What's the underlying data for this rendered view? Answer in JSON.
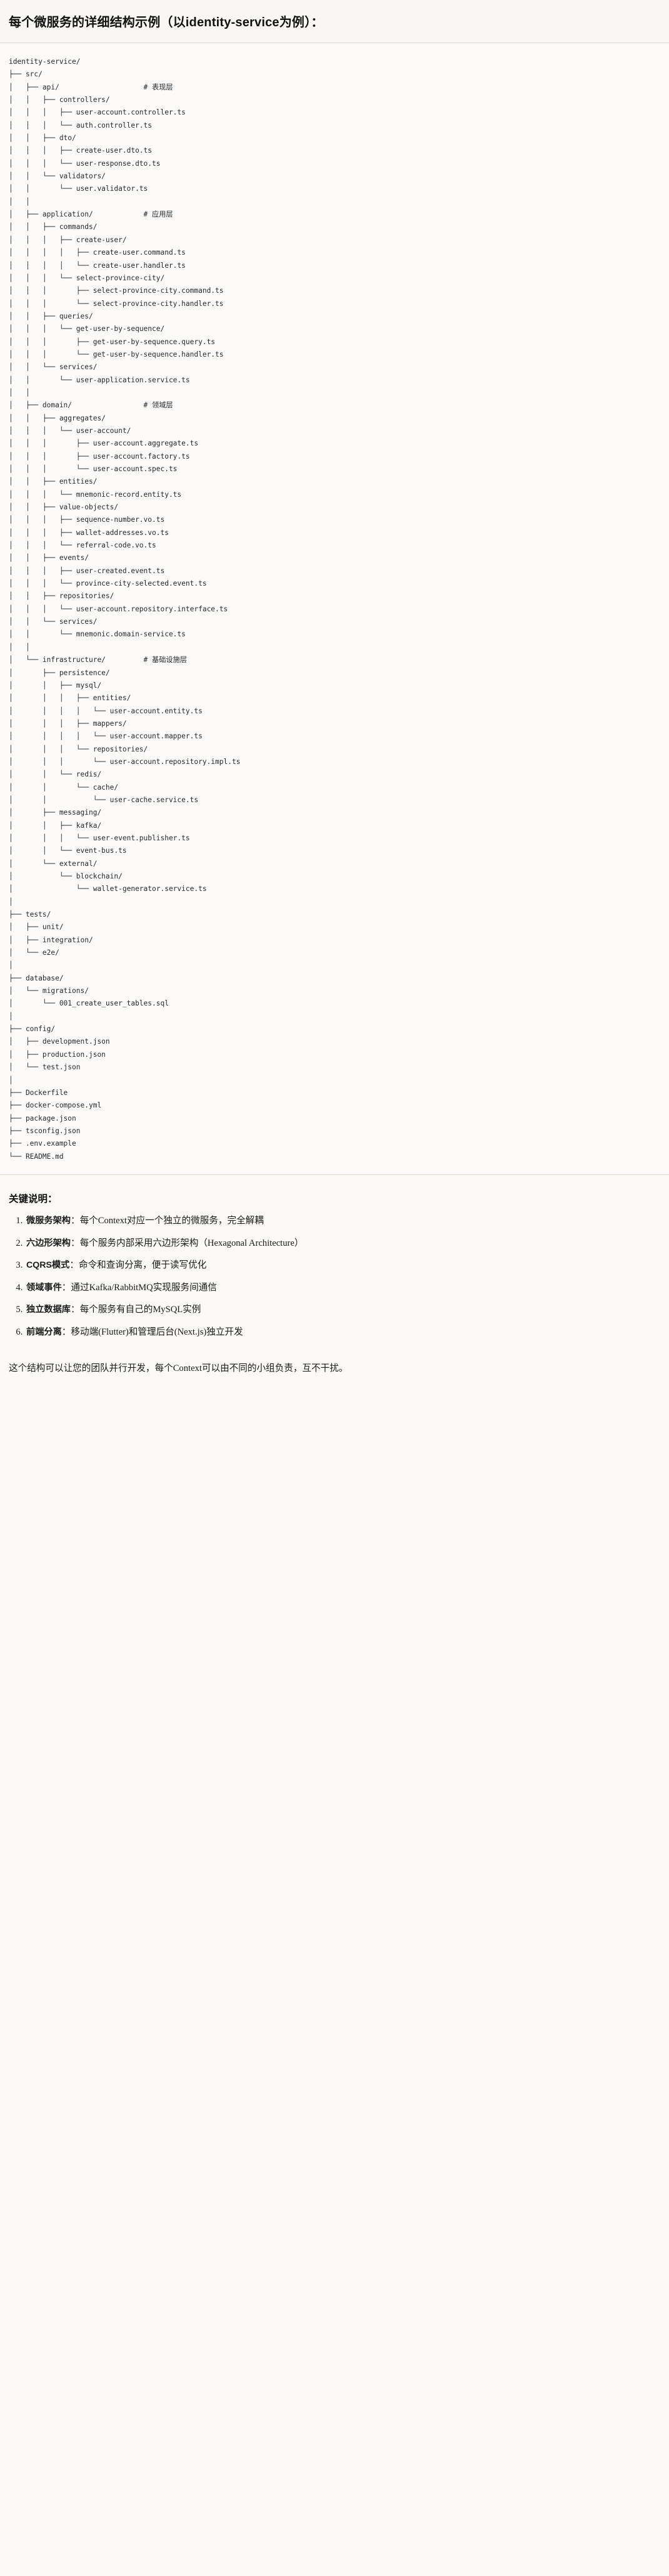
{
  "header": {
    "title_prefix": "每个微服务的详细结构示例",
    "title_paren": "（以identity-service为例）",
    "title_colon": "：",
    "title_full": "每个微服务的详细结构示例（以identity-service为例）："
  },
  "tree": {
    "root": "identity-service/",
    "language": "text",
    "comments": {
      "api": "# 表现层",
      "application": "# 应用层",
      "domain": "# 领域层",
      "infrastructure": "# 基础设施层"
    },
    "text": "identity-service/\n├── src/\n│   ├── api/                    # 表现层\n│   │   ├── controllers/\n│   │   │   ├── user-account.controller.ts\n│   │   │   └── auth.controller.ts\n│   │   ├── dto/\n│   │   │   ├── create-user.dto.ts\n│   │   │   └── user-response.dto.ts\n│   │   └── validators/\n│   │       └── user.validator.ts\n│   │\n│   ├── application/            # 应用层\n│   │   ├── commands/\n│   │   │   ├── create-user/\n│   │   │   │   ├── create-user.command.ts\n│   │   │   │   └── create-user.handler.ts\n│   │   │   └── select-province-city/\n│   │   │       ├── select-province-city.command.ts\n│   │   │       └── select-province-city.handler.ts\n│   │   ├── queries/\n│   │   │   └── get-user-by-sequence/\n│   │   │       ├── get-user-by-sequence.query.ts\n│   │   │       └── get-user-by-sequence.handler.ts\n│   │   └── services/\n│   │       └── user-application.service.ts\n│   │\n│   ├── domain/                 # 领域层\n│   │   ├── aggregates/\n│   │   │   └── user-account/\n│   │   │       ├── user-account.aggregate.ts\n│   │   │       ├── user-account.factory.ts\n│   │   │       └── user-account.spec.ts\n│   │   ├── entities/\n│   │   │   └── mnemonic-record.entity.ts\n│   │   ├── value-objects/\n│   │   │   ├── sequence-number.vo.ts\n│   │   │   ├── wallet-addresses.vo.ts\n│   │   │   └── referral-code.vo.ts\n│   │   ├── events/\n│   │   │   ├── user-created.event.ts\n│   │   │   └── province-city-selected.event.ts\n│   │   ├── repositories/\n│   │   │   └── user-account.repository.interface.ts\n│   │   └── services/\n│   │       └── mnemonic.domain-service.ts\n│   │\n│   └── infrastructure/         # 基础设施层\n│       ├── persistence/\n│       │   ├── mysql/\n│       │   │   ├── entities/\n│       │   │   │   └── user-account.entity.ts\n│       │   │   ├── mappers/\n│       │   │   │   └── user-account.mapper.ts\n│       │   │   └── repositories/\n│       │   │       └── user-account.repository.impl.ts\n│       │   └── redis/\n│       │       └── cache/\n│       │           └── user-cache.service.ts\n│       ├── messaging/\n│       │   ├── kafka/\n│       │   │   └── user-event.publisher.ts\n│       │   └── event-bus.ts\n│       └── external/\n│           └── blockchain/\n│               └── wallet-generator.service.ts\n│\n├── tests/\n│   ├── unit/\n│   ├── integration/\n│   └── e2e/\n│\n├── database/\n│   └── migrations/\n│       └── 001_create_user_tables.sql\n│\n├── config/\n│   ├── development.json\n│   ├── production.json\n│   └── test.json\n│\n├── Dockerfile\n├── docker-compose.yml\n├── package.json\n├── tsconfig.json\n├── .env.example\n└── README.md"
  },
  "notes": {
    "title": "关键说明：",
    "items": [
      {
        "term": "微服务架构",
        "sep": "：",
        "desc": "每个Context对应一个独立的微服务，完全解耦"
      },
      {
        "term": "六边形架构",
        "sep": "：",
        "desc": "每个服务内部采用六边形架构（Hexagonal Architecture）"
      },
      {
        "term": "CQRS模式",
        "sep": "：",
        "desc": "命令和查询分离，便于读写优化"
      },
      {
        "term": "领域事件",
        "sep": "：",
        "desc": "通过Kafka/RabbitMQ实现服务间通信"
      },
      {
        "term": "独立数据库",
        "sep": "：",
        "desc": "每个服务有自己的MySQL实例"
      },
      {
        "term": "前端分离",
        "sep": "：",
        "desc": "移动端(Flutter)和管理后台(Next.js)独立开发"
      }
    ],
    "closing": "这个结构可以让您的团队并行开发，每个Context可以由不同的小组负责，互不干扰。"
  }
}
